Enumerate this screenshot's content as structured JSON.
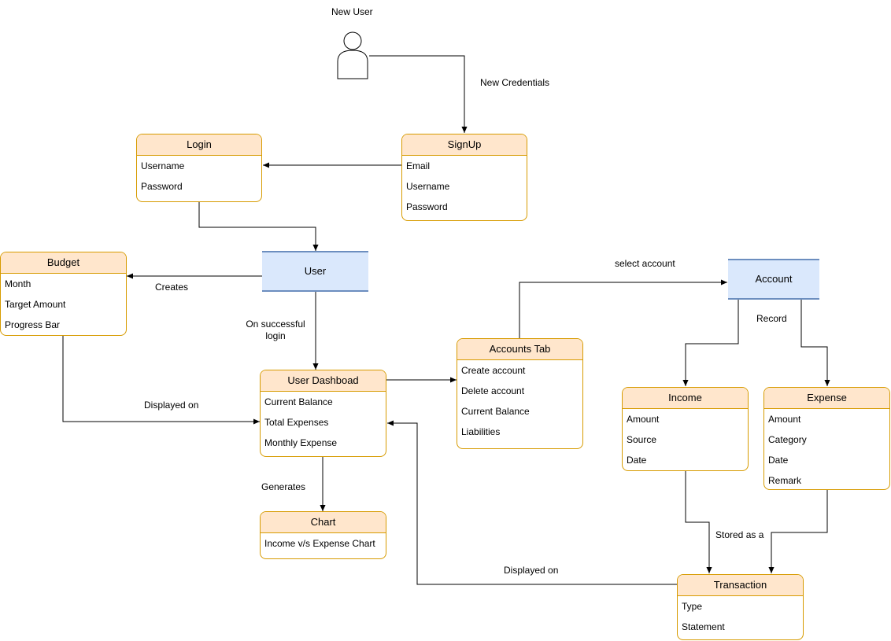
{
  "actor": {
    "label": "New User"
  },
  "boxes": {
    "login": {
      "title": "Login",
      "rows": [
        "Username",
        "Password"
      ]
    },
    "signup": {
      "title": "SignUp",
      "rows": [
        "Email",
        "Username",
        "Password"
      ]
    },
    "budget": {
      "title": "Budget",
      "rows": [
        "Month",
        "Target Amount",
        "Progress Bar"
      ]
    },
    "dashboard": {
      "title": "User Dashboad",
      "rows": [
        "Current Balance",
        "Total Expenses",
        "Monthly Expense"
      ]
    },
    "chart": {
      "title": "Chart",
      "rows": [
        "Income v/s Expense Chart"
      ]
    },
    "accounts_tab": {
      "title": "Accounts Tab",
      "rows": [
        "Create account",
        "Delete account",
        "Current Balance",
        "Liabilities"
      ]
    },
    "income": {
      "title": "Income",
      "rows": [
        "Amount",
        "Source",
        "Date"
      ]
    },
    "expense": {
      "title": "Expense",
      "rows": [
        "Amount",
        "Category",
        "Date",
        "Remark"
      ]
    },
    "transaction": {
      "title": "Transaction",
      "rows": [
        "Type",
        "Statement"
      ]
    }
  },
  "entities": {
    "user": "User",
    "account": "Account"
  },
  "edge_labels": {
    "new_credentials": "New Credentials",
    "creates": "Creates",
    "on_successful_login_1": "On successful",
    "on_successful_login_2": "login",
    "displayed_on_budget": "Displayed on",
    "generates": "Generates",
    "select_account": "select account",
    "record": "Record",
    "stored_as_a": "Stored as a",
    "displayed_on_transaction": "Displayed on"
  },
  "colors": {
    "box_border": "#d79b00",
    "box_header": "#ffe6cc",
    "entity_fill": "#dae8fc",
    "entity_border": "#6c8ebf"
  }
}
